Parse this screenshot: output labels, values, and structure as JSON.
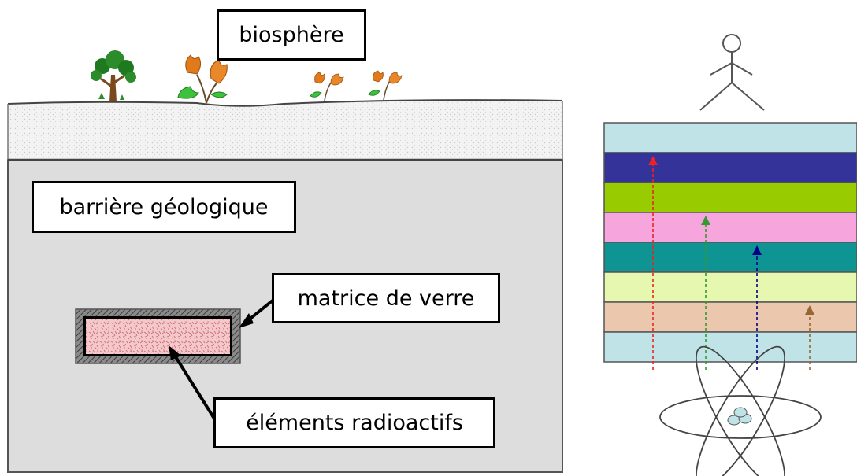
{
  "labels": {
    "biosphere": "biosphère",
    "geological_barrier": "barrière géologique",
    "glass_matrix": "matrice de verre",
    "radioactive_elements": "éléments radioactifs"
  },
  "layers": [
    {
      "color": "#bfe3e6"
    },
    {
      "color": "#333399"
    },
    {
      "color": "#99cc00"
    },
    {
      "color": "#f6a6dc"
    },
    {
      "color": "#0f9494"
    },
    {
      "color": "#e6f7b0"
    },
    {
      "color": "#ebc8ad"
    },
    {
      "color": "#bfe3e6"
    }
  ],
  "migration_arrows": [
    {
      "color": "#ee2222",
      "reaches_layer": 1
    },
    {
      "color": "#339933",
      "reaches_layer": 3
    },
    {
      "color": "#000088",
      "reaches_layer": 4
    },
    {
      "color": "#996633",
      "reaches_layer": 6
    }
  ],
  "colors": {
    "ground": "#dddddd",
    "soil": "#f2f2f2",
    "waste": "#f0c4c8"
  }
}
